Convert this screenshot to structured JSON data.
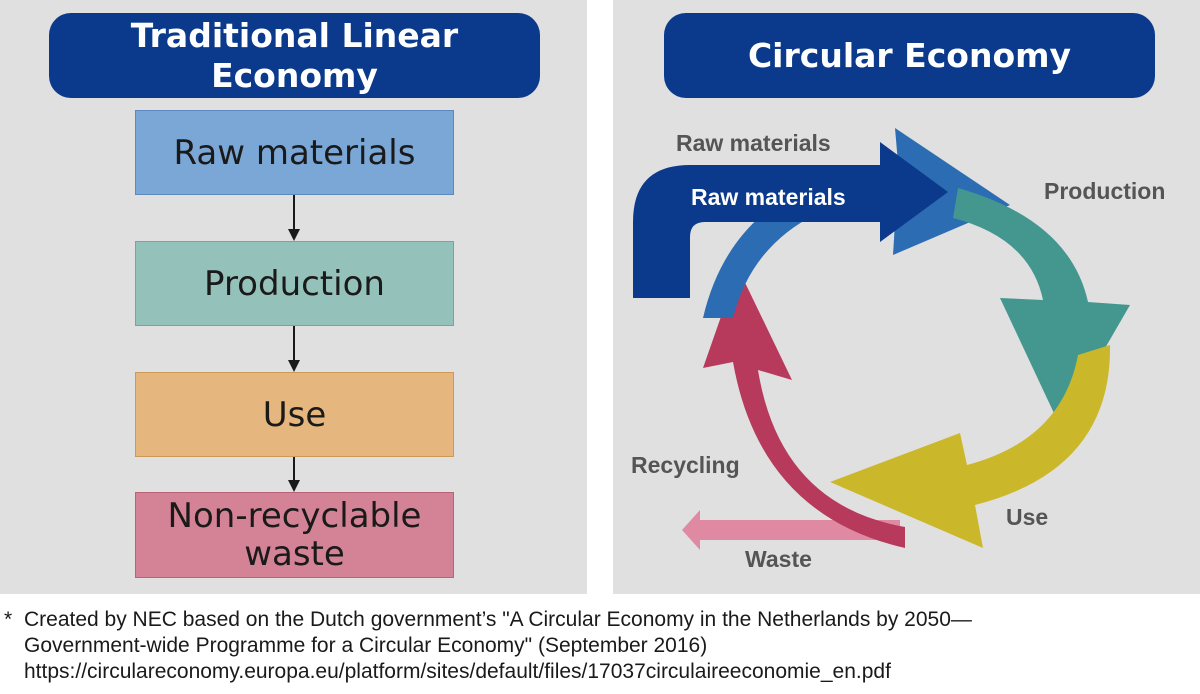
{
  "linear": {
    "title": "Traditional Linear Economy",
    "steps": [
      "Raw materials",
      "Production",
      "Use",
      "Non-recyclable waste"
    ]
  },
  "circular": {
    "title": "Circular Economy",
    "labels": {
      "raw_outer": "Raw materials",
      "raw_inner": "Raw materials",
      "production": "Production",
      "use": "Use",
      "recycling": "Recycling",
      "waste": "Waste"
    }
  },
  "colors": {
    "navy": "#0b3a8c",
    "blue": "#2b6cb3",
    "teal": "#43978e",
    "yellow": "#cbb82a",
    "red": "#b73a5d",
    "pink": "#df8aa2"
  },
  "footnote": {
    "asterisk": "*",
    "line1": "Created by NEC based on the Dutch government’s \"A Circular Economy in the Netherlands by 2050—",
    "line2": "Government-wide Programme for a Circular Economy\" (September 2016)",
    "line3": "https://circulareconomy.europa.eu/platform/sites/default/files/17037circulaireeconomie_en.pdf"
  }
}
